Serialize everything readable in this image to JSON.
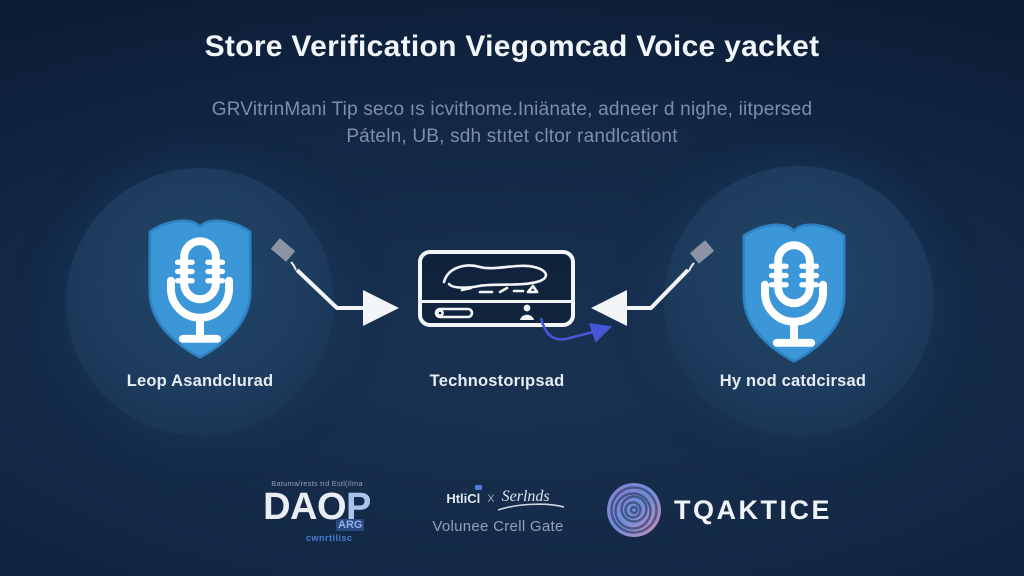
{
  "header": {
    "title": "Store Verification Viegomcad Voice yacket",
    "subtitle_line1": "GRVitrinMani Tip seco ıs icvithome.Iniänate, adneer d nighe, iitpersed",
    "subtitle_line2": "Páteln, UB, sdh stıtet cltor randlcationt"
  },
  "diagram": {
    "left_node": {
      "label": "Leop Asandclurad",
      "icon": "shield-microphone"
    },
    "center_node": {
      "label": "Technostorıpsad",
      "icon": "card-scribble"
    },
    "right_node": {
      "label": "Hy nod catdcirsad",
      "icon": "shield-microphone"
    }
  },
  "footer": {
    "logo_daop": {
      "tagline": "Batuma/rests trd Estl(Ilma",
      "name_main": "DAO",
      "name_accent": "P",
      "sub_badge": "ARG",
      "sub_caption": "cwnrtilisc"
    },
    "logo_gate": {
      "brand_left": "HtliCl",
      "separator": "X",
      "brand_right": "Serlnds",
      "caption": "Volunee Crell Gate"
    },
    "logo_traktice": {
      "name": "TQAKTICE",
      "icon": "fingerprint-spiral"
    }
  },
  "colors": {
    "background_dark": "#0a1530",
    "background_mid": "#1a3252",
    "circle_fill": "#1d3b5d",
    "shield_blue": "#3b97d8",
    "accent_blue": "#4a7fd6",
    "arrow_white": "#f2f5f7",
    "curve_arrow_blue": "#4656d8",
    "subtitle_gray": "#7e90a8"
  }
}
